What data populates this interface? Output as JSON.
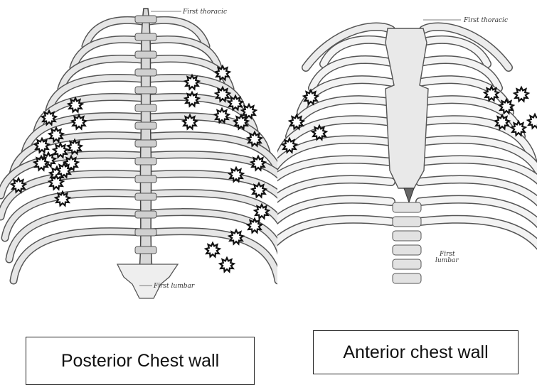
{
  "posterior": {
    "caption": "Posterior Chest wall",
    "label_top": "First thoracic",
    "label_bottom": "First lumbar",
    "marker_count": 41
  },
  "anterior": {
    "caption": "Anterior chest wall",
    "label_top": "First thoracic",
    "label_bottom_line1": "First",
    "label_bottom_line2": "lumbar",
    "marker_count": 12
  },
  "colors": {
    "bone_fill": "#e6e6e6",
    "bone_stroke": "#555555",
    "cartilage": "#f3f3f3",
    "marker_fill": "#ffffff",
    "marker_stroke": "#111111"
  }
}
